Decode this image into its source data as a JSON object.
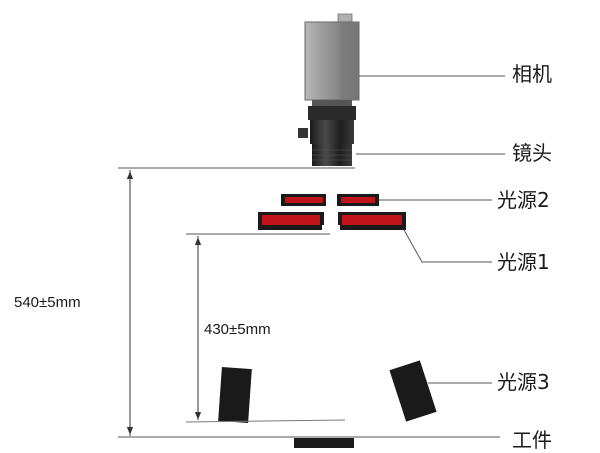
{
  "labels": {
    "camera": "相机",
    "lens": "镜头",
    "light_source_2": "光源2",
    "light_source_1": "光源1",
    "light_source_3": "光源3",
    "workpiece": "工件"
  },
  "dimensions": {
    "camera_to_workpiece": "540±5mm",
    "light1_to_workpiece": "430±5mm"
  },
  "colors": {
    "light_red": "#c0141a",
    "camera_gray": "#9a9a9a",
    "lens_dark": "#2a2a2a",
    "line": "#444444"
  }
}
